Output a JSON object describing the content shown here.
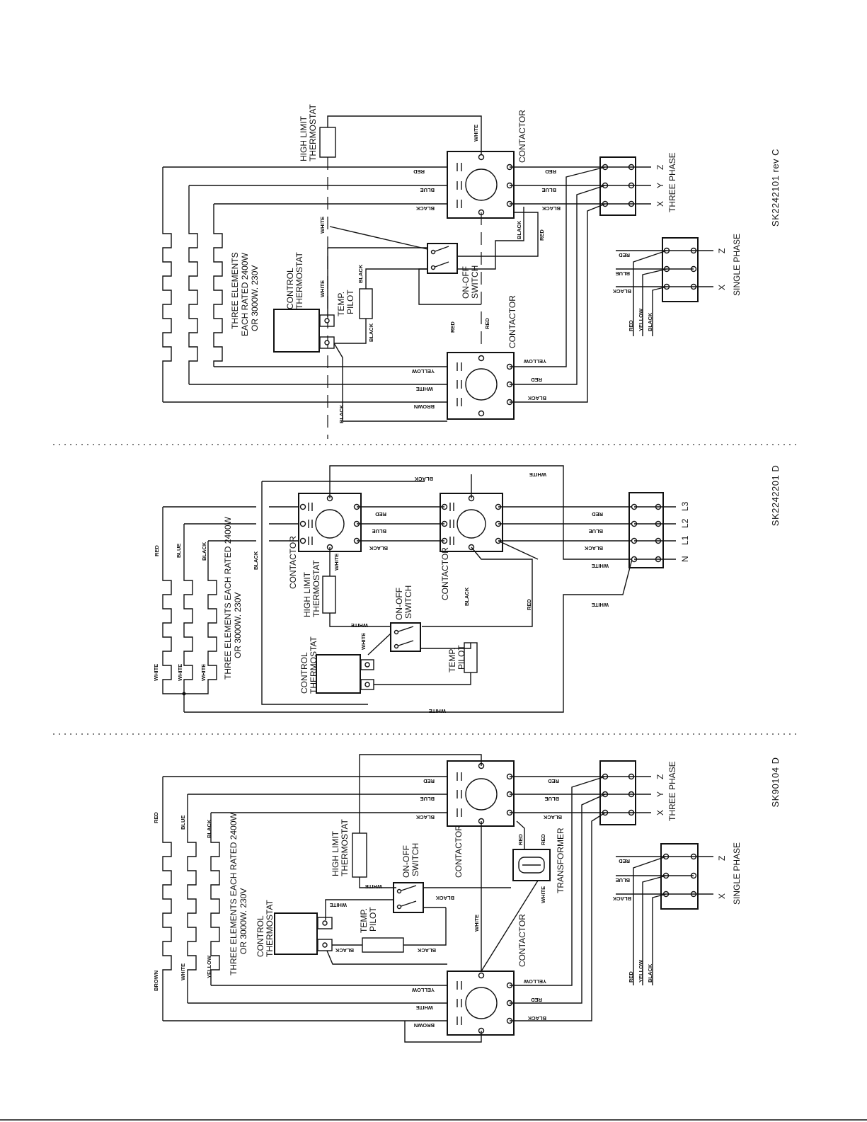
{
  "diagram_1": {
    "code": "SK2242101 rev C",
    "high_limit": [
      "HIGH LIMIT",
      "THERMOSTAT"
    ],
    "contactor_top": "CONTACTOR",
    "contactor_bottom": "CONTACTOR",
    "control_thermostat": [
      "CONTROL",
      "THERMOSTAT"
    ],
    "temp_pilot": [
      "TEMP.",
      "PILOT"
    ],
    "on_off_switch": [
      "ON-OFF",
      "SWITCH"
    ],
    "elements": [
      "THREE ELEMENTS",
      "EACH RATED 2400W",
      "OR 3000W. 230V"
    ],
    "three_phase": "THREE PHASE",
    "single_phase": "SINGLE PHASE",
    "phase_letters": [
      "Z",
      "Y",
      "X"
    ],
    "single_letters": [
      "Z",
      "X"
    ],
    "wires": {
      "white": "WHITE",
      "red": "RED",
      "blue": "BLUE",
      "black": "BLACK",
      "yellow": "YELLOW",
      "brown": "BROWN"
    }
  },
  "diagram_2": {
    "code": "SK2242201 D",
    "contactor_left": "CONTACTOR",
    "contactor_right": "CONTACTOR",
    "high_limit": [
      "HIGH LIMIT",
      "THERMOSTAT"
    ],
    "on_off_switch": [
      "ON-OFF",
      "SWITCH"
    ],
    "control_thermostat": [
      "CONTROL",
      "THERMOSTAT"
    ],
    "temp_pilot": [
      "TEMP.",
      "PILOT"
    ],
    "elements": [
      "THREE ELEMENTS EACH RATED 2400W",
      "OR 3000W. 230V"
    ],
    "line_letters": [
      "L3",
      "L2",
      "L1",
      "N"
    ],
    "wires": {
      "white": "WHITE",
      "red": "RED",
      "blue": "BLUE",
      "black": "BLACK"
    }
  },
  "diagram_3": {
    "code": "SK90104 D",
    "high_limit": [
      "HIGH LIMIT",
      "THERMOSTAT"
    ],
    "on_off_switch": [
      "ON-OFF",
      "SWITCH"
    ],
    "contactor_top": "CONTACTOR",
    "contactor_bottom": "CONTACTOR",
    "control_thermostat": [
      "CONTROL",
      "THERMOSTAT"
    ],
    "temp_pilot": [
      "TEMP.",
      "PILOT"
    ],
    "transformer": "TRANSFORMER",
    "elements": [
      "THREE ELEMENTS EACH RATED 2400W",
      "OR 3000W. 230V"
    ],
    "three_phase": "THREE PHASE",
    "single_phase": "SINGLE PHASE",
    "phase_letters": [
      "Z",
      "Y",
      "X"
    ],
    "single_letters": [
      "Z",
      "X"
    ],
    "wires": {
      "white": "WHITE",
      "red": "RED",
      "blue": "BLUE",
      "black": "BLACK",
      "yellow": "YELLOW",
      "brown": "BROWN"
    }
  },
  "colors": {
    "ink": "#111111",
    "paper": "#ffffff"
  }
}
